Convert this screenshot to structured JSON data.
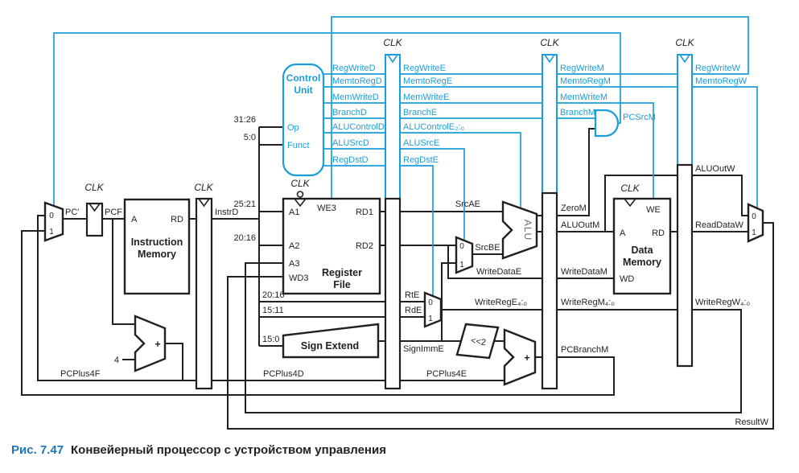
{
  "caption": {
    "number": "Рис. 7.47",
    "title": "Конвейерный процессор с устройством управления"
  },
  "clk": "CLK",
  "mux": {
    "zero": "0",
    "one": "1"
  },
  "misc": {
    "four": "4",
    "plus": "+",
    "shift": "<<2"
  },
  "blocks": {
    "control_unit": {
      "line1": "Control",
      "line2": "Unit",
      "op": "Op",
      "funct": "Funct"
    },
    "instruction_memory": {
      "a": "A",
      "rd": "RD",
      "line1": "Instruction",
      "line2": "Memory"
    },
    "register_file": {
      "we3": "WE3",
      "a1": "A1",
      "a2": "A2",
      "a3": "A3",
      "wd3": "WD3",
      "rd1": "RD1",
      "rd2": "RD2",
      "line1": "Register",
      "line2": "File"
    },
    "data_memory": {
      "we": "WE",
      "a": "A",
      "rd": "RD",
      "wd": "WD",
      "line1": "Data",
      "line2": "Memory"
    },
    "sign_extend": "Sign Extend",
    "alu": "ALU"
  },
  "bits": {
    "op": "31:26",
    "funct": "5:0",
    "rs": "25:21",
    "rt": "20:16",
    "rt_b": "20:16",
    "rd": "15:11",
    "imm": "15:0"
  },
  "signals": {
    "pc_prime": "PC'",
    "pcf": "PCF",
    "instrd": "InstrD",
    "pcplus4f": "PCPlus4F",
    "pcplus4d": "PCPlus4D",
    "pcplus4e": "PCPlus4E",
    "signimme": "SignImmE",
    "srcae": "SrcAE",
    "srcbe": "SrcBE",
    "writedatae": "WriteDataE",
    "writedatam": "WriteDataM",
    "rte": "RtE",
    "rde": "RdE",
    "writerege": "WriteRegE₄:₀",
    "writeregm": "WriteRegM₄:₀",
    "writeregw": "WriteRegW₄:₀",
    "zerom": "ZeroM",
    "aluoutm": "ALUOutM",
    "aluoutw": "ALUOutW",
    "readdataw": "ReadDataW",
    "resultw": "ResultW",
    "pcbranchm": "PCBranchM",
    "regwrited": "RegWriteD",
    "regwritee": "RegWriteE",
    "regwritem": "RegWriteM",
    "regwritew": "RegWriteW",
    "memtoregd": "MemtoRegD",
    "memtorege": "MemtoRegE",
    "memtoregm": "MemtoRegM",
    "memtoregw": "MemtoRegW",
    "memwrited": "MemWriteD",
    "memwritee": "MemWriteE",
    "memwritem": "MemWriteM",
    "branchd": "BranchD",
    "branche": "BranchE",
    "branchm": "BranchM",
    "alucontrold": "ALUControlD",
    "alucontrole": "ALUControlE₂:₀",
    "alusrcd": "ALUSrcD",
    "alusrce": "ALUSrcE",
    "regdstd": "RegDstD",
    "regdste": "RegDstE",
    "pcsrcm": "PCSrcM"
  },
  "colors": {
    "control": "#1a9ed9",
    "wire": "#231f20",
    "caption_number": "#1c75bc"
  }
}
